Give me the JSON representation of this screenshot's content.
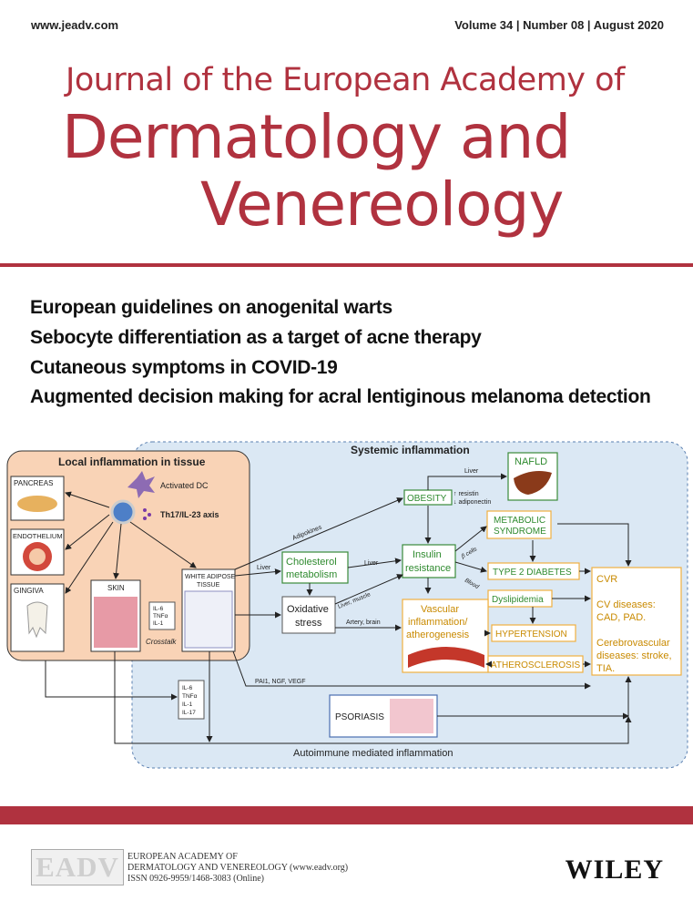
{
  "header": {
    "url": "www.jeadv.com",
    "issue": "Volume 34 | Number 08 | August 2020"
  },
  "title": {
    "line1": "Journal of the European Academy of",
    "line2": "Dermatology and",
    "line3": "Venereology"
  },
  "headlines": [
    "European guidelines on anogenital warts",
    "Sebocyte differentiation as a target of acne therapy",
    "Cutaneous symptoms in COVID-19",
    "Augmented decision making for acral lentiginous melanoma detection"
  ],
  "diagram": {
    "local_title": "Local inflammation in tissue",
    "systemic_title": "Systemic inflammation",
    "pancreas": "PANCREAS",
    "endothelium": "ENDOTHELIUM",
    "gingiva": "GINGIVA",
    "skin": "SKIN",
    "white_adipose_1": "WHITE ADIPOSE",
    "white_adipose_2": "TISSUE",
    "activated_dc": "Activated DC",
    "th17": "Th17/IL-23 axis",
    "cyto_il6": "IL-6",
    "cyto_tnf": "TNFα",
    "cyto_il1": "IL-1",
    "crosstalk": "Crosstalk",
    "adipokines": "Adipokines",
    "liver1": "Liver",
    "liver2": "Liver",
    "liver3": "Liver",
    "liver_muscle": "Liver, muscle",
    "beta_cells": "β cells",
    "blood": "Blood",
    "artery_brain": "Artery, brain",
    "obesity": "OBESITY",
    "resistin": "↑ resistin",
    "adiponectin": "↓ adiponectin",
    "nafld": "NAFLD",
    "metabolic_1": "METABOLIC",
    "metabolic_2": "SYNDROME",
    "cholesterol_1": "Cholesterol",
    "cholesterol_2": "metabolism",
    "insulin_1": "Insulin",
    "insulin_2": "resistance",
    "t2d": "TYPE 2 DIABETES",
    "oxidative_1": "Oxidative",
    "oxidative_2": "stress",
    "dyslipidemia": "Dyslipidemia",
    "vascular_1": "Vascular",
    "vascular_2": "inflammation/",
    "vascular_3": "atherogenesis",
    "hypertension": "HYPERTENSION",
    "atherosclerosis": "ATHEROSCLEROSIS",
    "cvr": "CVR",
    "cv_1": "CV diseases:",
    "cv_2": "CAD, PAD.",
    "cereb_1": "Cerebrovascular",
    "cereb_2": "diseases: stroke,",
    "cereb_3": "TIA.",
    "pai": "PAI1, NGF, VEGF",
    "cyto2_il6": "IL-6",
    "cyto2_tnf": "TNFα",
    "cyto2_il1": "IL-1",
    "cyto2_il17": "IL-17",
    "psoriasis": "PSORIASIS",
    "autoimmune": "Autoimmune mediated inflammation"
  },
  "footer": {
    "logo": "EADV",
    "org_1": "EUROPEAN ACADEMY OF",
    "org_2": "DERMATOLOGY AND VENEREOLOGY (www.eadv.org)",
    "issn": "ISSN 0926-9959/1468-3083 (Online)",
    "publisher": "WILEY"
  },
  "colors": {
    "brand": "#b0323f",
    "systemic_bg": "#dbe8f4",
    "local_bg": "#f9d3b6",
    "green": "#2e8a2e",
    "gold": "#c98a00"
  }
}
